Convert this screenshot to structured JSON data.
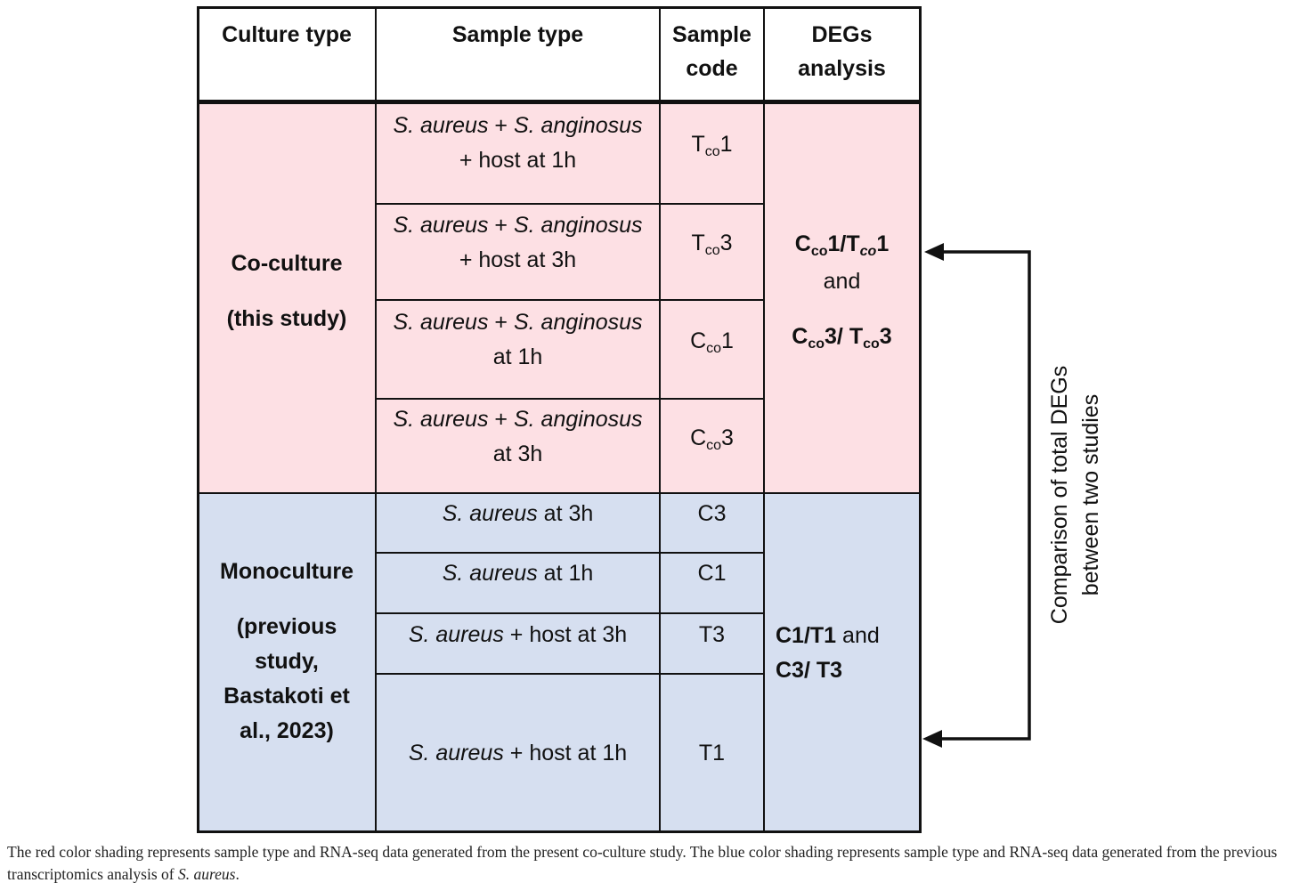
{
  "headers": {
    "culture_type": "Culture type",
    "sample_type": "Sample type",
    "sample_code_1": "Sample",
    "sample_code_2": "code",
    "degs_1": "DEGs",
    "degs_2": "analysis"
  },
  "coculture": {
    "label": "Co-culture",
    "sublabel": "(this study)",
    "rows": [
      {
        "species_a": "S. aureus",
        "plus": "+",
        "species_b": "S. anginosus",
        "line2": "+ host at 1h",
        "code_base": "T",
        "code_sub": "co",
        "code_num": "1"
      },
      {
        "species_a": "S. aureus",
        "plus": "+",
        "species_b": "S. anginosus",
        "line2": "+ host at 3h",
        "code_base": "T",
        "code_sub": "co",
        "code_num": "3"
      },
      {
        "species_a": "S. aureus",
        "plus": "+",
        "species_b": "S. anginosus",
        "line2": "at 1h",
        "code_base": "C",
        "code_sub": "co",
        "code_num": "1"
      },
      {
        "species_a": "S. aureus",
        "plus": "+",
        "species_b": "S. anginosus",
        "line2": "at 3h",
        "code_base": "C",
        "code_sub": "co",
        "code_num": "3"
      }
    ],
    "degs": {
      "a1": "C",
      "a1_sub": "co",
      "a1_num": "1/T",
      "a1_sub2": "co",
      "a1_num2": "1",
      "and": "and",
      "b1": "C",
      "b1_sub": "co",
      "b1_num": "3/ T",
      "b1_sub2": "co",
      "b1_num2": "3"
    }
  },
  "monoculture": {
    "label": "Monoculture",
    "sublabel_1": "(previous",
    "sublabel_2": "study,",
    "sublabel_3": "Bastakoti et",
    "sublabel_4": "al., 2023)",
    "rows": [
      {
        "species": "S. aureus",
        "rest": "at 3h",
        "code": "C3"
      },
      {
        "species": "S. aureus",
        "rest": "at 1h",
        "code": "C1"
      },
      {
        "species": "S. aureus",
        "rest": "+ host at 3h",
        "code": "T3"
      },
      {
        "species": "S. aureus",
        "rest": "+ host at 1h",
        "code": "T1"
      }
    ],
    "degs": {
      "line1_bold": "C1/T1",
      "line1_rest": "and",
      "line2_bold": "C3/ T3"
    }
  },
  "arrow_label_1": "Comparison of total DEGs",
  "arrow_label_2": "between two studies",
  "caption_1": "The red color shading represents sample type and RNA-seq data generated from the present co-culture study. The blue color shading represents sample type and RNA-seq data generated from the previous transcriptomics analysis of",
  "caption_species": "S. aureus",
  "caption_end": ".",
  "colors": {
    "co_culture_fill": "#fde0e4",
    "monoculture_fill": "#d6dff0",
    "border": "#111111"
  }
}
